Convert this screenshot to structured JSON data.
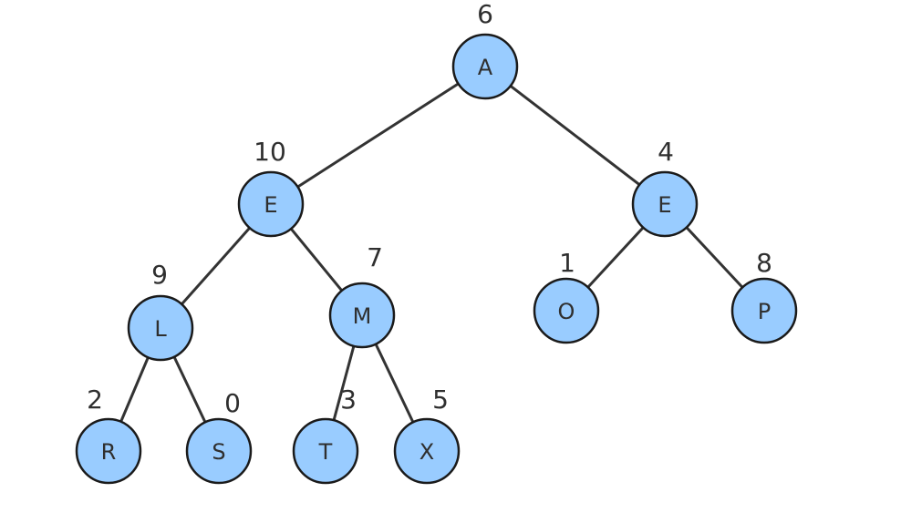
{
  "colors": {
    "node_fill": "#99ccff",
    "node_stroke": "#1a1a1a",
    "edge": "#333333",
    "text": "#2f2f2f",
    "background": "#ffffff"
  },
  "tree": {
    "nodes": [
      {
        "id": "n0",
        "label": "A",
        "number": "6"
      },
      {
        "id": "n1",
        "label": "E",
        "number": "10"
      },
      {
        "id": "n2",
        "label": "E",
        "number": "4"
      },
      {
        "id": "n3",
        "label": "L",
        "number": "9"
      },
      {
        "id": "n4",
        "label": "M",
        "number": "7"
      },
      {
        "id": "n5",
        "label": "O",
        "number": "1"
      },
      {
        "id": "n6",
        "label": "P",
        "number": "8"
      },
      {
        "id": "n7",
        "label": "R",
        "number": "2"
      },
      {
        "id": "n8",
        "label": "S",
        "number": "0"
      },
      {
        "id": "n9",
        "label": "T",
        "number": "3"
      },
      {
        "id": "n10",
        "label": "X",
        "number": "5"
      }
    ],
    "edges": [
      {
        "from": "n0",
        "to": "n1"
      },
      {
        "from": "n0",
        "to": "n2"
      },
      {
        "from": "n1",
        "to": "n3"
      },
      {
        "from": "n1",
        "to": "n4"
      },
      {
        "from": "n2",
        "to": "n5"
      },
      {
        "from": "n2",
        "to": "n6"
      },
      {
        "from": "n3",
        "to": "n7"
      },
      {
        "from": "n3",
        "to": "n8"
      },
      {
        "from": "n4",
        "to": "n9"
      },
      {
        "from": "n4",
        "to": "n10"
      }
    ]
  }
}
